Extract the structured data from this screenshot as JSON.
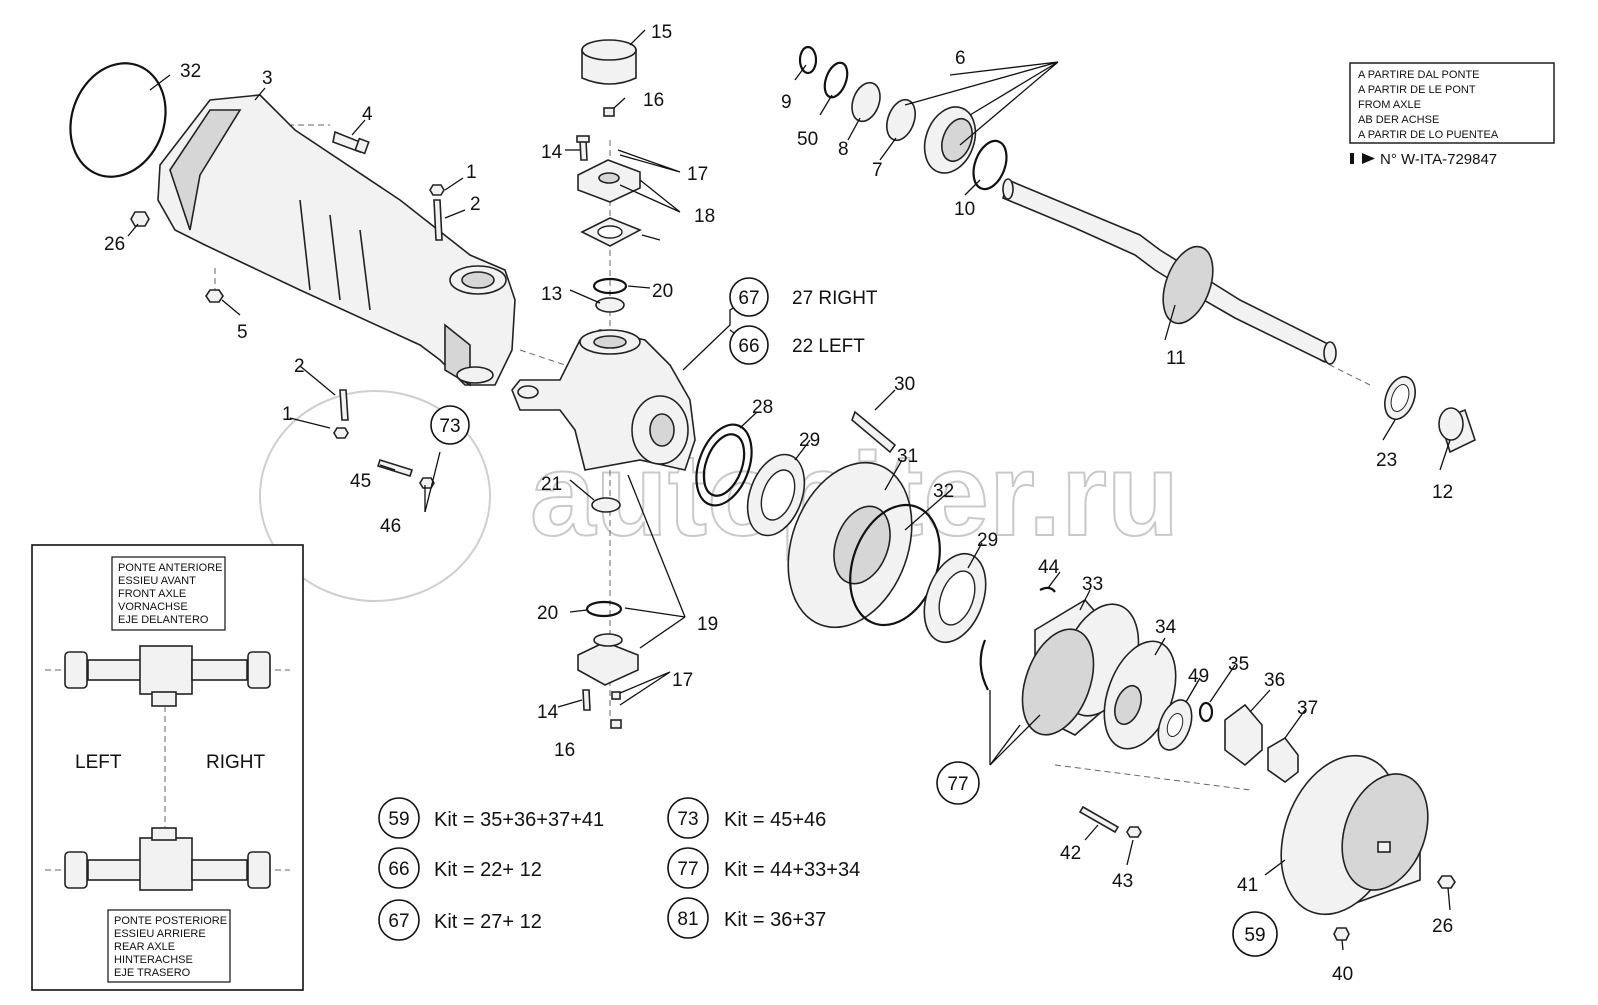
{
  "validity_box": {
    "lines": [
      "A PARTIRE DAL PONTE",
      "A PARTIR DE LE PONT",
      "FROM AXLE",
      "AB DER ACHSE",
      "A PARTIR DE LO PUENTEA"
    ],
    "serial": "N° W-ITA-729847"
  },
  "watermark": "autopiter.ru",
  "front_axle_label": [
    "PONTE ANTERIORE",
    "ESSIEU AVANT",
    "FRONT AXLE",
    "VORNACHSE",
    "EJE DELANTERO"
  ],
  "rear_axle_label": [
    "PONTE POSTERIORE",
    "ESSIEU ARRIERE",
    "REAR AXLE",
    "HINTERACHSE",
    "EJE TRASERO"
  ],
  "side_left": "LEFT",
  "side_right": "RIGHT",
  "callouts": {
    "n1a": "1",
    "n1b": "1",
    "n2a": "2",
    "n2b": "2",
    "n3": "3",
    "n4": "4",
    "n5": "5",
    "n6": "6",
    "n7": "7",
    "n8": "8",
    "n9": "9",
    "n10": "10",
    "n11": "11",
    "n12": "12",
    "n13": "13",
    "n14a": "14",
    "n14b": "14",
    "n15": "15",
    "n16a": "16",
    "n16b": "16",
    "n17a": "17",
    "n17b": "17",
    "n18": "18",
    "n19": "19",
    "n20a": "20",
    "n20b": "20",
    "n21": "21",
    "n23": "23",
    "n26a": "26",
    "n26b": "26",
    "n28": "28",
    "n29a": "29",
    "n29b": "29",
    "n30": "30",
    "n31": "31",
    "n32a": "32",
    "n32b": "32",
    "n33": "33",
    "n34": "34",
    "n35": "35",
    "n36": "36",
    "n37": "37",
    "n40": "40",
    "n41": "41",
    "n42": "42",
    "n43": "43",
    "n44": "44",
    "n45": "45",
    "n46": "46",
    "n49": "49",
    "n50": "50"
  },
  "circled_callouts": {
    "c67": "67",
    "c66": "66",
    "c73": "73",
    "c77": "77",
    "c59": "59"
  },
  "side_kits": {
    "right_text": "27  RIGHT",
    "left_text": "22  LEFT"
  },
  "kits": [
    {
      "id": "59",
      "text": "Kit = 35+36+37+41"
    },
    {
      "id": "66",
      "text": "Kit = 22+ 12"
    },
    {
      "id": "67",
      "text": "Kit = 27+ 12"
    },
    {
      "id": "73",
      "text": "Kit = 45+46"
    },
    {
      "id": "77",
      "text": "Kit = 44+33+34"
    },
    {
      "id": "81",
      "text": "Kit = 36+37"
    }
  ]
}
